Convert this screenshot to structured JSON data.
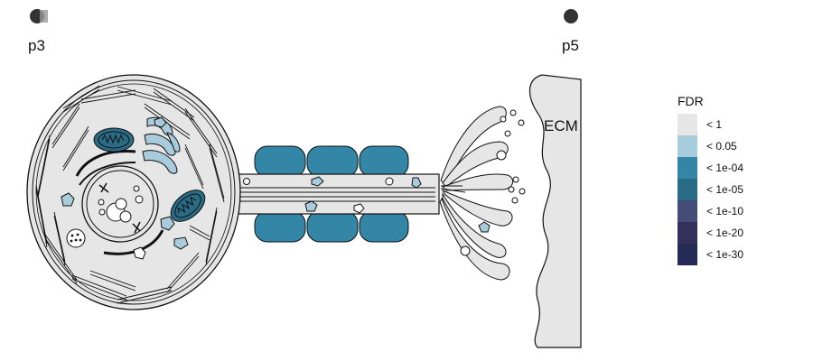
{
  "panels": {
    "left_label": "p3",
    "right_label": "p5"
  },
  "ecm_label": "ECM",
  "legend": {
    "title": "FDR",
    "items": [
      {
        "label": "< 1",
        "color": "#e6e6e6"
      },
      {
        "label": "< 0.05",
        "color": "#a9ccdc"
      },
      {
        "label": "< 1e-04",
        "color": "#3486a6"
      },
      {
        "label": "< 1e-05",
        "color": "#2a6b86"
      },
      {
        "label": "< 1e-10",
        "color": "#454c78"
      },
      {
        "label": "< 1e-20",
        "color": "#333159"
      },
      {
        "label": "< 1e-30",
        "color": "#252b57"
      }
    ]
  },
  "fills": {
    "cell_body": "#e6e6e6",
    "mitochondria": "#2a6b86",
    "golgi": "#a9ccdc",
    "junction_blocks": "#3486a6",
    "vesicles": "#a9ccdc",
    "ecm": "#e6e6e6"
  }
}
